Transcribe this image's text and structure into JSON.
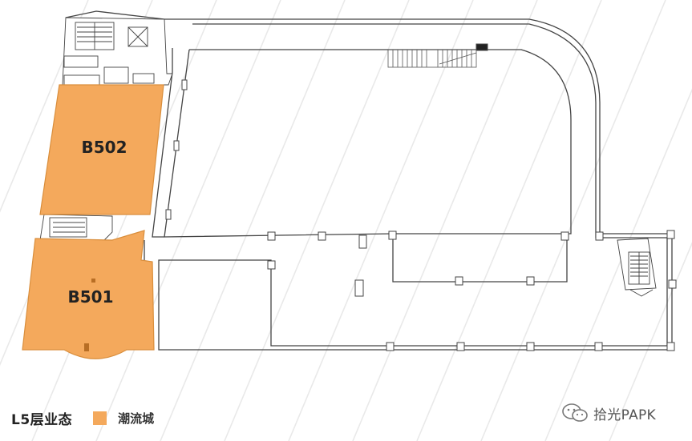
{
  "floor_title": "L5层业态",
  "legend": {
    "label": "潮流城",
    "color": "#F4A95C"
  },
  "units": [
    {
      "id": "b502",
      "label": "B502"
    },
    {
      "id": "b501",
      "label": "B501"
    }
  ],
  "watermark": {
    "text": "拾光PAPK",
    "icon": "wechat-icon"
  },
  "colors": {
    "stripe": "#E9E9E9",
    "wall": "#444444",
    "unit_fill": "#F4A95C",
    "unit_edge": "#D98E3C"
  }
}
